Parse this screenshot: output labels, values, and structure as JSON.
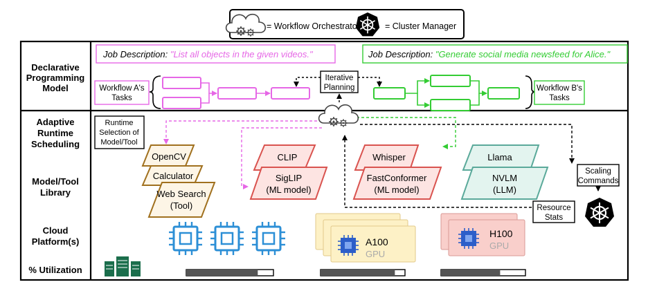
{
  "legend": {
    "orchestrator_label": "= Workflow Orchestrator",
    "cluster_label": "= Cluster Manager",
    "orchestrator_icon": "cloud-gears-icon",
    "cluster_icon": "kubernetes-helm-icon"
  },
  "rows": {
    "declarative": [
      "Declarative",
      "Programming",
      "Model"
    ],
    "adaptive": [
      "Adaptive",
      "Runtime",
      "Scheduling"
    ],
    "library": [
      "Model/Tool",
      "Library"
    ],
    "cloud": [
      "Cloud",
      "Platform(s)"
    ],
    "utilization": "% Utilization"
  },
  "job_a": {
    "prefix": "Job Description: ",
    "text": "\"List all objects in the given videos.\""
  },
  "job_b": {
    "prefix": "Job Description: ",
    "text": "\"Generate social media newsfeed for Alice.\""
  },
  "workflow_a_label": [
    "Workflow A's",
    "Tasks"
  ],
  "workflow_b_label": [
    "Workflow B's",
    "Tasks"
  ],
  "iterative_planning": [
    "Iterative",
    "Planning"
  ],
  "runtime_selection": [
    "Runtime",
    "Selection of",
    "Model/Tool"
  ],
  "scaling_commands": [
    "Scaling",
    "Commands"
  ],
  "resource_stats": [
    "Resource",
    "Stats"
  ],
  "tools": {
    "opencv": "OpenCV",
    "calculator": "Calculator",
    "websearch": [
      "Web Search",
      "(Tool)"
    ]
  },
  "vision": {
    "clip": "CLIP",
    "siglip": [
      "SigLIP",
      "(ML model)"
    ]
  },
  "speech": {
    "whisper": "Whisper",
    "fastconformer": [
      "FastConformer",
      "(ML model)"
    ]
  },
  "llm": {
    "llama": "Llama",
    "nvlm": [
      "NVLM",
      "(LLM)"
    ]
  },
  "gpus": {
    "a100": [
      "A100",
      "GPU"
    ],
    "h100": [
      "H100",
      "GPU"
    ]
  },
  "utilization": {
    "cpu": 0.82,
    "a100": 0.88,
    "h100": 0.7
  },
  "colors": {
    "pink": "#e667e6",
    "green": "#33cc33",
    "tool_fill": "#fdf5e6",
    "tool_stroke": "#a0701e",
    "ml_fill": "#fde4e2",
    "ml_stroke": "#d9534f",
    "llm_fill": "#e3f4ef",
    "llm_stroke": "#5aa99a",
    "cpu_blue": "#2c8fd6",
    "a100_fill": "#fdf1c6",
    "h100_fill": "#f9cfcb",
    "server_green": "#1b6e4c",
    "bar_fill": "#555555"
  }
}
